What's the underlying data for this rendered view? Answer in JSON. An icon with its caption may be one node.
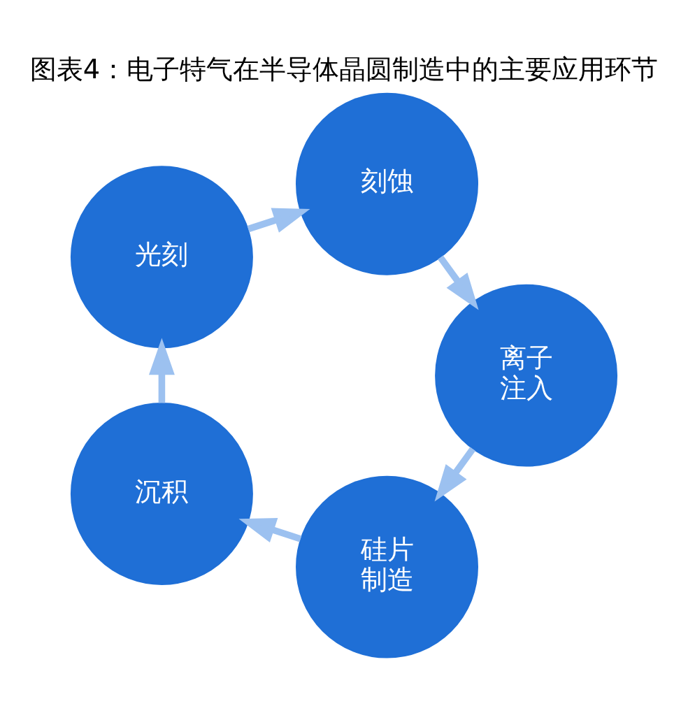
{
  "diagram": {
    "title": "图表4：电子特气在半导体晶圆制造中的主要应用环节",
    "nodes": [
      {
        "text": [
          "硅片制造"
        ]
      },
      {
        "text": [
          "沉积"
        ]
      },
      {
        "text": [
          "光刻"
        ]
      },
      {
        "text": [
          "刻蚀"
        ]
      },
      {
        "text": [
          "离子注入"
        ]
      }
    ],
    "edges": [
      {
        "from": 0,
        "to": 1,
        "arrow": "to"
      },
      {
        "from": 1,
        "to": 2,
        "arrow": "to"
      },
      {
        "from": 2,
        "to": 3,
        "arrow": "to"
      },
      {
        "from": 3,
        "to": 4,
        "arrow": "to"
      },
      {
        "from": 4,
        "to": 0,
        "arrow": "to"
      }
    ]
  }
}
